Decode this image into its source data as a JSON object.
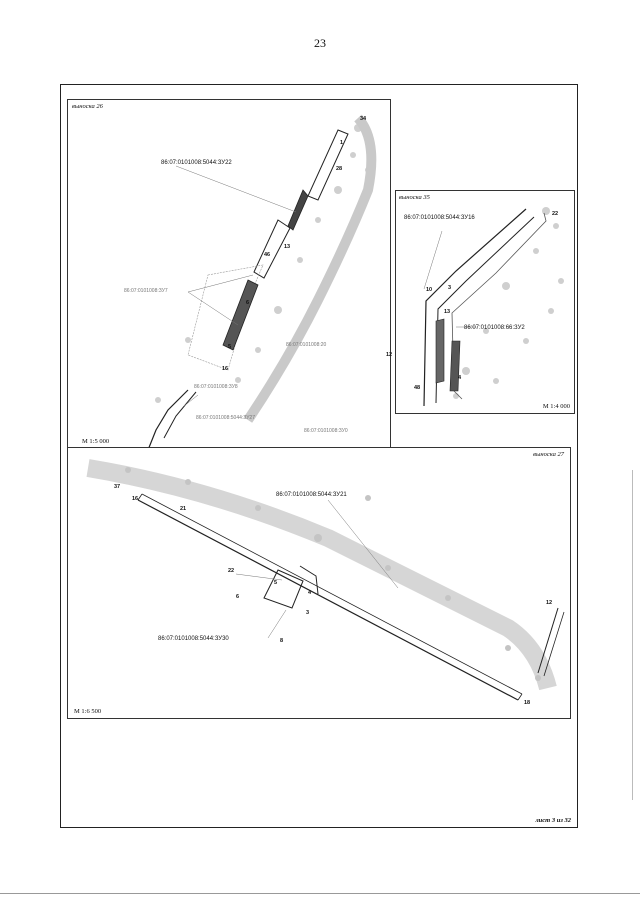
{
  "page_number": "23",
  "sheet_label": "лист 3 из 32",
  "callout_26": {
    "title": "выноска 26",
    "scale": "М 1:5 000",
    "labels": [
      "86:07:0101008:5044:ЗУ22",
      "86:07:0101008:ЗУ7",
      "86:07:0101008:20",
      "86:07:0101008:ЗУ8",
      "86:07:0101008:5044:ЗУ27",
      "86:07:0101008:ЗУ0"
    ],
    "points": [
      "34",
      "1",
      "28",
      "13",
      "46",
      "6",
      "5",
      "12",
      "16"
    ]
  },
  "callout_35": {
    "title": "выноска 35",
    "scale": "М 1:4 000",
    "labels": [
      "86:07:0101008:5044:ЗУ16",
      "86:07:0101008:66:ЗУ2"
    ],
    "points": [
      "22",
      "10",
      "3",
      "13",
      "48",
      "4"
    ]
  },
  "callout_27": {
    "title": "выноска 27",
    "scale": "М 1:6 500",
    "labels": [
      "86:07:0101008:5044:ЗУ21",
      "86:07:0101008:5044:ЗУ30"
    ],
    "points": [
      "37",
      "16",
      "21",
      "22",
      "5",
      "4",
      "3",
      "6",
      "8",
      "12",
      "18"
    ]
  }
}
